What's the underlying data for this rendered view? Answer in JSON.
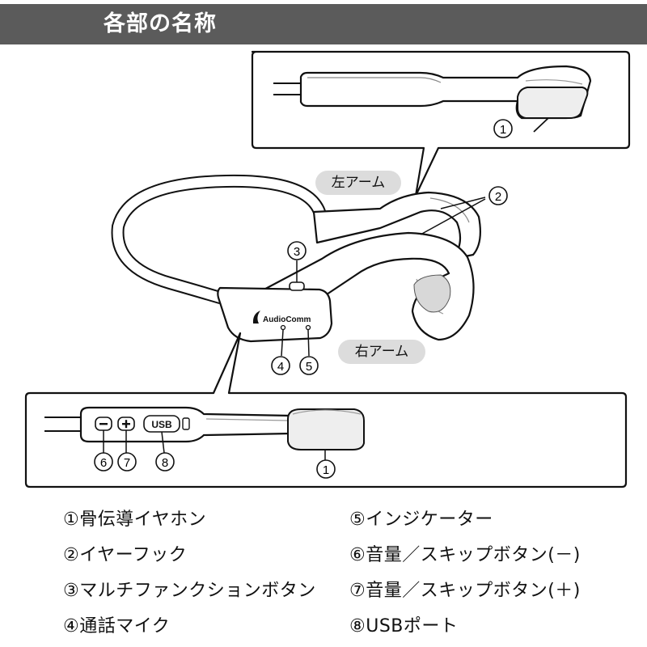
{
  "header": {
    "title": "各部の名称"
  },
  "diagram": {
    "left_arm_label": "左アーム",
    "right_arm_label": "右アーム",
    "brand_text": "AudioComm",
    "usb_label": "USB",
    "callouts": {
      "n1": "1",
      "n2": "2",
      "n3": "3",
      "n4": "4",
      "n5": "5",
      "n6": "6",
      "n7": "7",
      "n8": "8"
    },
    "minus_icon": "minus-icon",
    "plus_icon": "plus-icon"
  },
  "legend": {
    "item1": "①骨伝導イヤホン",
    "item2": "②イヤーフック",
    "item3": "③マルチファンクションボタン",
    "item4": "④通話マイク",
    "item5": "⑤インジケーター",
    "item6": "⑥音量／スキップボタン(－)",
    "item7": "⑦音量／スキップボタン(＋)",
    "item8": "⑧USBポート"
  }
}
